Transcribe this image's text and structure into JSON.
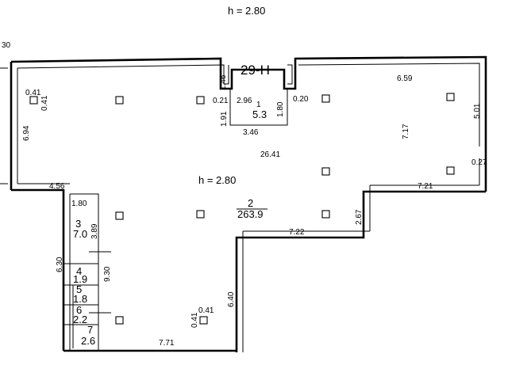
{
  "header": {
    "height_top": "h = 2.80"
  },
  "edge_fragment": "30",
  "unit_code": "29-H",
  "rooms": {
    "r1": {
      "number": "1",
      "area": "5.3"
    },
    "r2": {
      "number": "2",
      "area": "263.9",
      "height": "h = 2.80"
    },
    "r3": {
      "number": "3",
      "area": "7.0"
    },
    "r4": {
      "number": "4",
      "area": "1.9"
    },
    "r5": {
      "number": "5",
      "area": "1.8"
    },
    "r6": {
      "number": "6",
      "area": "2.2"
    },
    "r7": {
      "number": "7",
      "area": "2.6"
    }
  },
  "dimensions": {
    "d_041_a": "0.41",
    "d_041_b": "0.41",
    "d_694": "6.94",
    "d_146": "1.46",
    "d_021": "0.21",
    "d_296": "2.96",
    "d_180a": "1.80",
    "d_020": "0.20",
    "d_191": "1.91",
    "d_346": "3.46",
    "d_659": "6.59",
    "d_501": "5.01",
    "d_717": "7.17",
    "d_2641": "26.41",
    "d_027": "0.27",
    "d_721": "7.21",
    "d_456": "4.56",
    "d_180b": "1.80",
    "d_389": "3.89",
    "d_267": "2.67",
    "d_722": "7.22",
    "d_930": "9.30",
    "d_640": "6.40",
    "d_041_c": "0.41",
    "d_041_d": "0.41",
    "d_771": "7.71",
    "d_630": "6.30"
  }
}
